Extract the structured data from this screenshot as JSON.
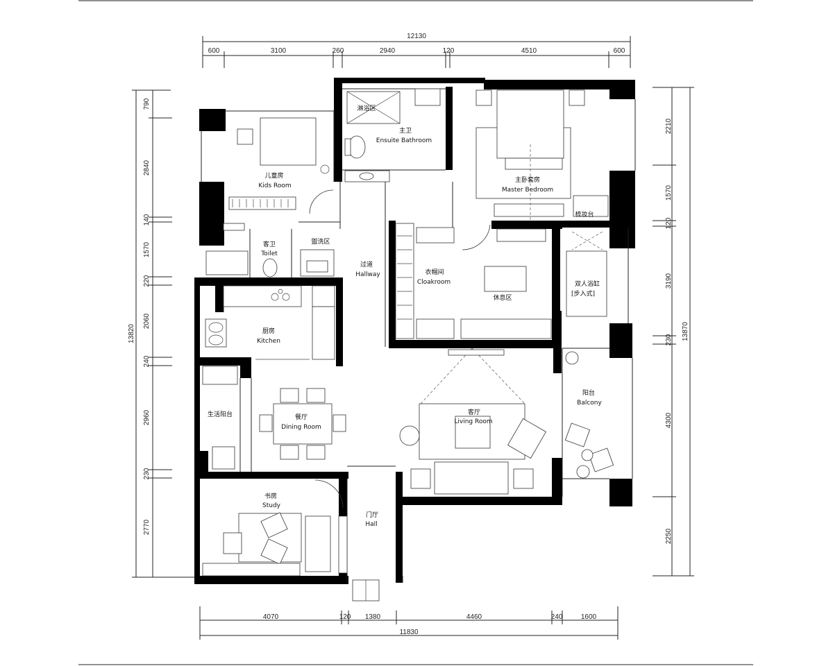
{
  "dimensions": {
    "top_total": "12130",
    "top": [
      "600",
      "3100",
      "260",
      "2940",
      "120",
      "4510",
      "600"
    ],
    "bottom_total": "11830",
    "bottom": [
      "4070",
      "120",
      "1380",
      "4460",
      "240",
      "1600"
    ],
    "left_total": "13820",
    "left": [
      "790",
      "2840",
      "140",
      "1570",
      "220",
      "2060",
      "240",
      "2960",
      "230",
      "2770"
    ],
    "right_total": "13870",
    "right": [
      "2210",
      "1570",
      "120",
      "3190",
      "230",
      "4300",
      "2250"
    ]
  },
  "rooms": {
    "shower": "淋浴区",
    "ensuite_cn": "主卫",
    "ensuite_en": "Ensuite Bathroom",
    "master_cn": "主卧套房",
    "master_en": "Master Bedroom",
    "kids_cn": "儿童房",
    "kids_en": "Kids Room",
    "vanity": "梳妆台",
    "toilet_cn": "客卫",
    "toilet_en": "Toilet",
    "washing": "盥洗区",
    "hallway_cn": "过道",
    "hallway_en": "Hallway",
    "cloak_cn": "衣帽间",
    "cloak_en": "Cloakroom",
    "lounge": "休息区",
    "tub_line1": "双人浴缸",
    "tub_line2": "[步入式]",
    "kitchen_cn": "厨房",
    "kitchen_en": "Kitchen",
    "utility_balcony": "生活阳台",
    "dining_cn": "餐厅",
    "dining_en": "Dining Room",
    "living_cn": "客厅",
    "living_en": "Living Room",
    "balcony_cn": "阳台",
    "balcony_en": "Balcony",
    "study_cn": "书房",
    "study_en": "Study",
    "hall_cn": "门厅",
    "hall_en": "Hall"
  }
}
